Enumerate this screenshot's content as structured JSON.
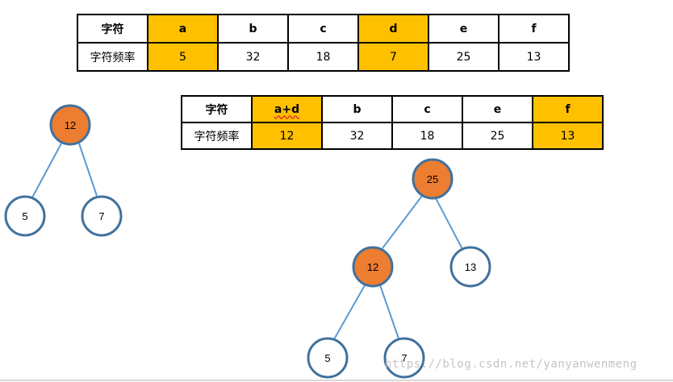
{
  "table1": {
    "headers": [
      "字符",
      "a",
      "b",
      "c",
      "d",
      "e",
      "f"
    ],
    "values": [
      "字符频率",
      "5",
      "32",
      "18",
      "7",
      "25",
      "13"
    ],
    "highlight_color": "#ffc000"
  },
  "table2": {
    "headers": [
      "字符",
      "a+d",
      "b",
      "c",
      "e",
      "f"
    ],
    "values": [
      "字符频率",
      "12",
      "32",
      "18",
      "25",
      "13"
    ],
    "highlight_color": "#ffc000"
  },
  "tree1": {
    "root": "12",
    "left": "5",
    "right": "7"
  },
  "tree2": {
    "root": "25",
    "mid": "12",
    "right": "13",
    "leaf_left": "5",
    "leaf_right": "7"
  },
  "colors": {
    "filled_node": "#ed7d31",
    "node_stroke": "#41719c",
    "edge": "#5b9bd5"
  },
  "watermark": "https://blog.csdn.net/yanyanwenmeng"
}
